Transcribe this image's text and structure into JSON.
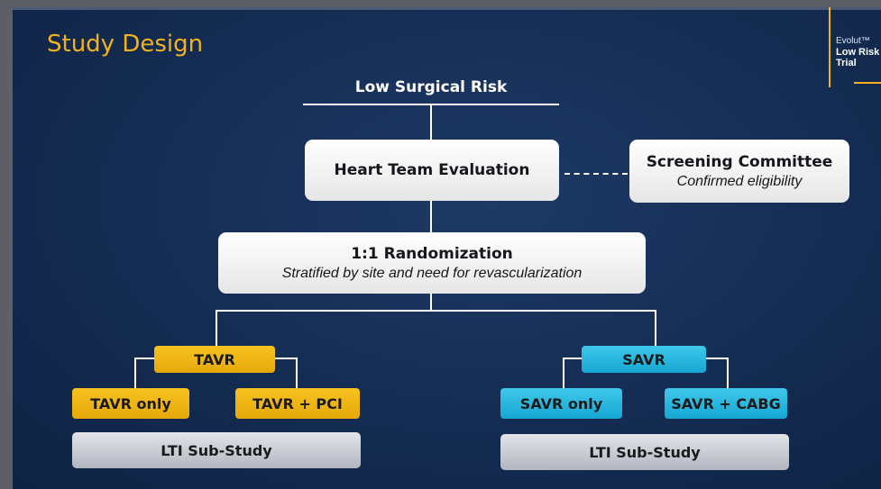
{
  "title": "Study Design",
  "logo": {
    "line1": "Evolut™",
    "line2": "Low Risk",
    "line3": "Trial"
  },
  "diagram": {
    "root": "Low Surgical Risk",
    "heart_team": "Heart Team Evaluation",
    "screening": {
      "title": "Screening Committee",
      "subtitle": "Confirmed eligibility"
    },
    "randomization": {
      "title": "1:1 Randomization",
      "subtitle": "Stratified by site and need for revascularization"
    },
    "tavr": {
      "label": "TAVR",
      "left": "TAVR only",
      "right": "TAVR + PCI",
      "substudy": "LTI Sub-Study"
    },
    "savr": {
      "label": "SAVR",
      "left": "SAVR only",
      "right": "SAVR + CABG",
      "substudy": "LTI Sub-Study"
    }
  },
  "colors": {
    "title": "#f2b21c",
    "tavr": "#f2b21c",
    "savr": "#2bb8e2",
    "background": "#142c52"
  }
}
